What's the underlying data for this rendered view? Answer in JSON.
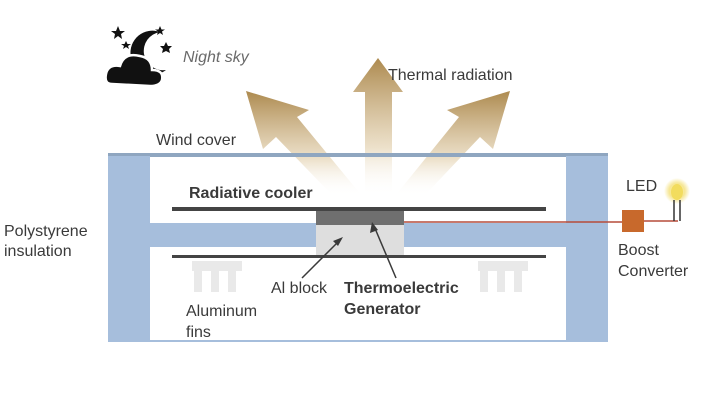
{
  "labels": {
    "night_sky": "Night sky",
    "thermal_radiation": "Thermal radiation",
    "wind_cover": "Wind cover",
    "radiative_cooler": "Radiative cooler",
    "led": "LED",
    "polystyrene_1": "Polystyrene",
    "polystyrene_2": "insulation",
    "boost_1": "Boost",
    "boost_2": "Converter",
    "al_block": "Al block",
    "teg_1": "Thermoelectric",
    "teg_2": "Generator",
    "fins_1": "Aluminum",
    "fins_2": "fins"
  },
  "colors": {
    "insulation": "#a6bedc",
    "wind_cover": "#8fa6c0",
    "cooler_plate": "#444444",
    "teg_top": "#6f6f6f",
    "al_block": "#dedede",
    "fins": "#e9e9e9",
    "arrow": "#ad8a4f",
    "boost_converter": "#c8692c",
    "wire": "#b64c3a",
    "led_glow": "#f4e07a"
  },
  "icons": [
    "moon-cloud-icon",
    "star-icon",
    "led-icon"
  ]
}
